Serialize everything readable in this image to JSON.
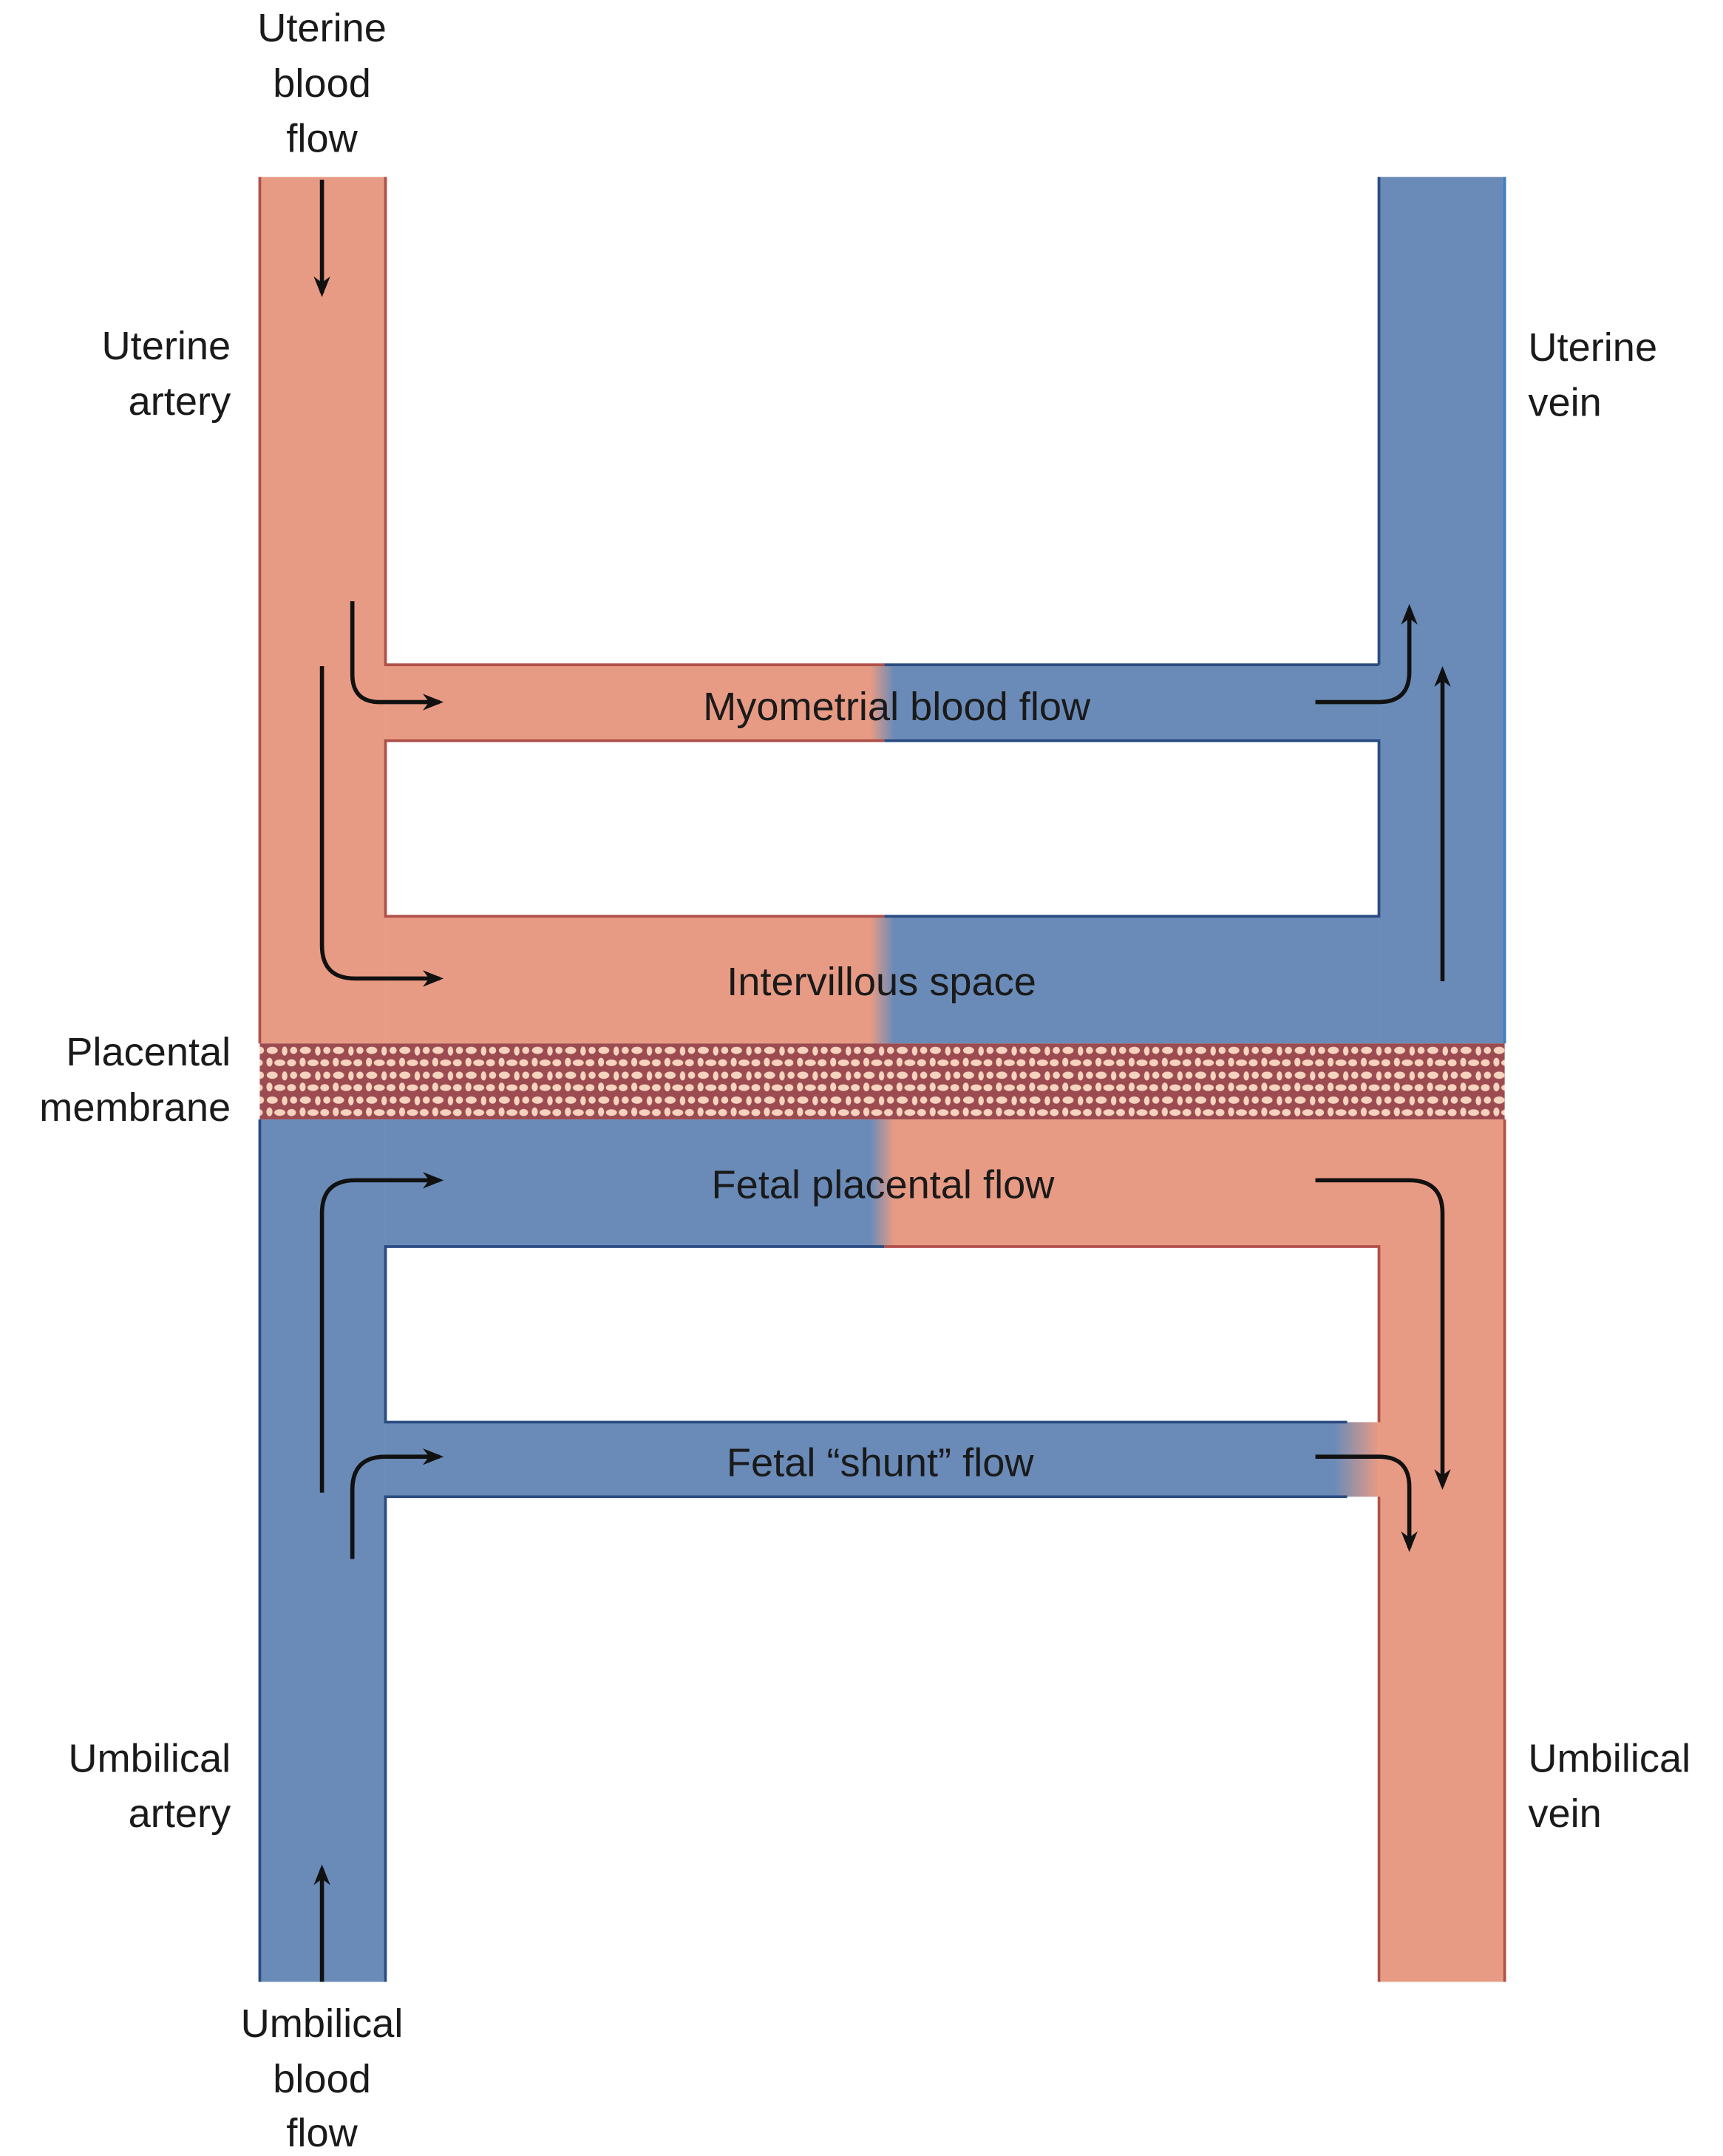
{
  "colors": {
    "arterial": "#e89b84",
    "arterial_border": "#b0504a",
    "venous": "#6a8bb8",
    "venous_border": "#2b4c82",
    "membrane_bg": "#9c4b50",
    "membrane_cells": "#f6d3bf",
    "arrow": "#111111"
  },
  "labels": {
    "uterine_blood_flow": [
      "Uterine",
      "blood",
      "flow"
    ],
    "uterine_artery": [
      "Uterine",
      "artery"
    ],
    "uterine_vein": [
      "Uterine",
      "vein"
    ],
    "placental_membrane": [
      "Placental",
      "membrane"
    ],
    "umbilical_artery": [
      "Umbilical",
      "artery"
    ],
    "umbilical_vein": [
      "Umbilical",
      "vein"
    ],
    "umbilical_blood_flow": [
      "Umbilical",
      "blood",
      "flow"
    ]
  },
  "channels": {
    "myometrial": "Myometrial blood flow",
    "intervillous": "Intervillous space",
    "fetal_placental": "Fetal placental flow",
    "fetal_shunt": "Fetal “shunt” flow"
  }
}
